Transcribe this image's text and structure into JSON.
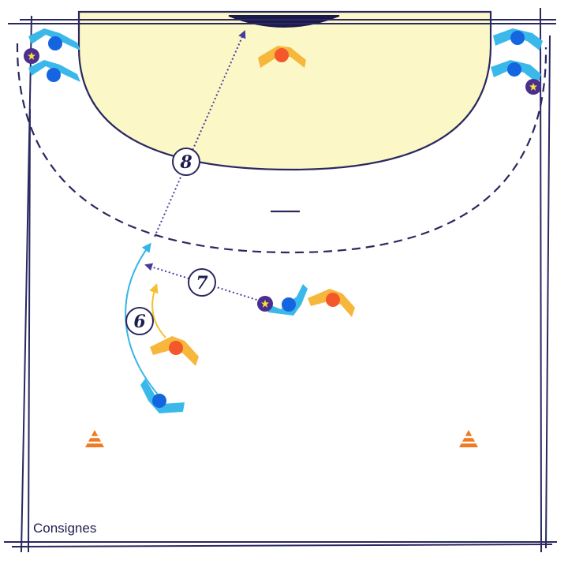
{
  "diagram": {
    "instructions_label": "Consignes",
    "steps": [
      "6",
      "7",
      "8"
    ],
    "colors": {
      "lines": "#2a2860",
      "goal_area": "#fbf7c7",
      "attacker": "#3ab8ea",
      "attacker_head": "#1565e0",
      "defender": "#f7b73c",
      "defender_head": "#f4572a",
      "ball_star": "#f5e33a",
      "ball_border": "#4b2f8f",
      "pass_arrow": "#4b3a9c",
      "run_arrow": "#35b4e8",
      "defender_arrow": "#f5c030",
      "cone": "#f07a24"
    },
    "legend_icons": [
      "attacker-icon",
      "defender-icon",
      "ball-star-icon",
      "cone-icon"
    ]
  }
}
